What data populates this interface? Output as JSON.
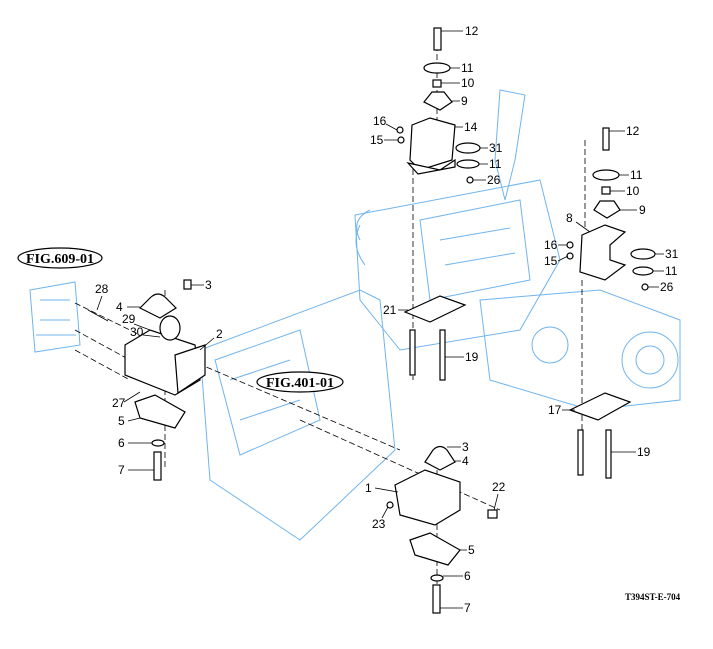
{
  "references": {
    "fig_609": "FIG.609-01",
    "fig_401": "FIG.401-01"
  },
  "caption": "T394ST-E-704",
  "left_group": [
    "3",
    "4",
    "28",
    "29",
    "30",
    "2",
    "27",
    "5",
    "6",
    "7"
  ],
  "top_group": [
    "12",
    "11",
    "10",
    "9",
    "14",
    "16",
    "15",
    "31",
    "11",
    "26",
    "21",
    "19"
  ],
  "right_group": [
    "12",
    "11",
    "10",
    "9",
    "8",
    "16",
    "15",
    "31",
    "11",
    "26",
    "17",
    "19"
  ],
  "bottom_group": [
    "3",
    "4",
    "1",
    "22",
    "23",
    "5",
    "6",
    "7"
  ],
  "colors": {
    "housing_outline": "#6fb4ee",
    "parts": "#000000"
  }
}
